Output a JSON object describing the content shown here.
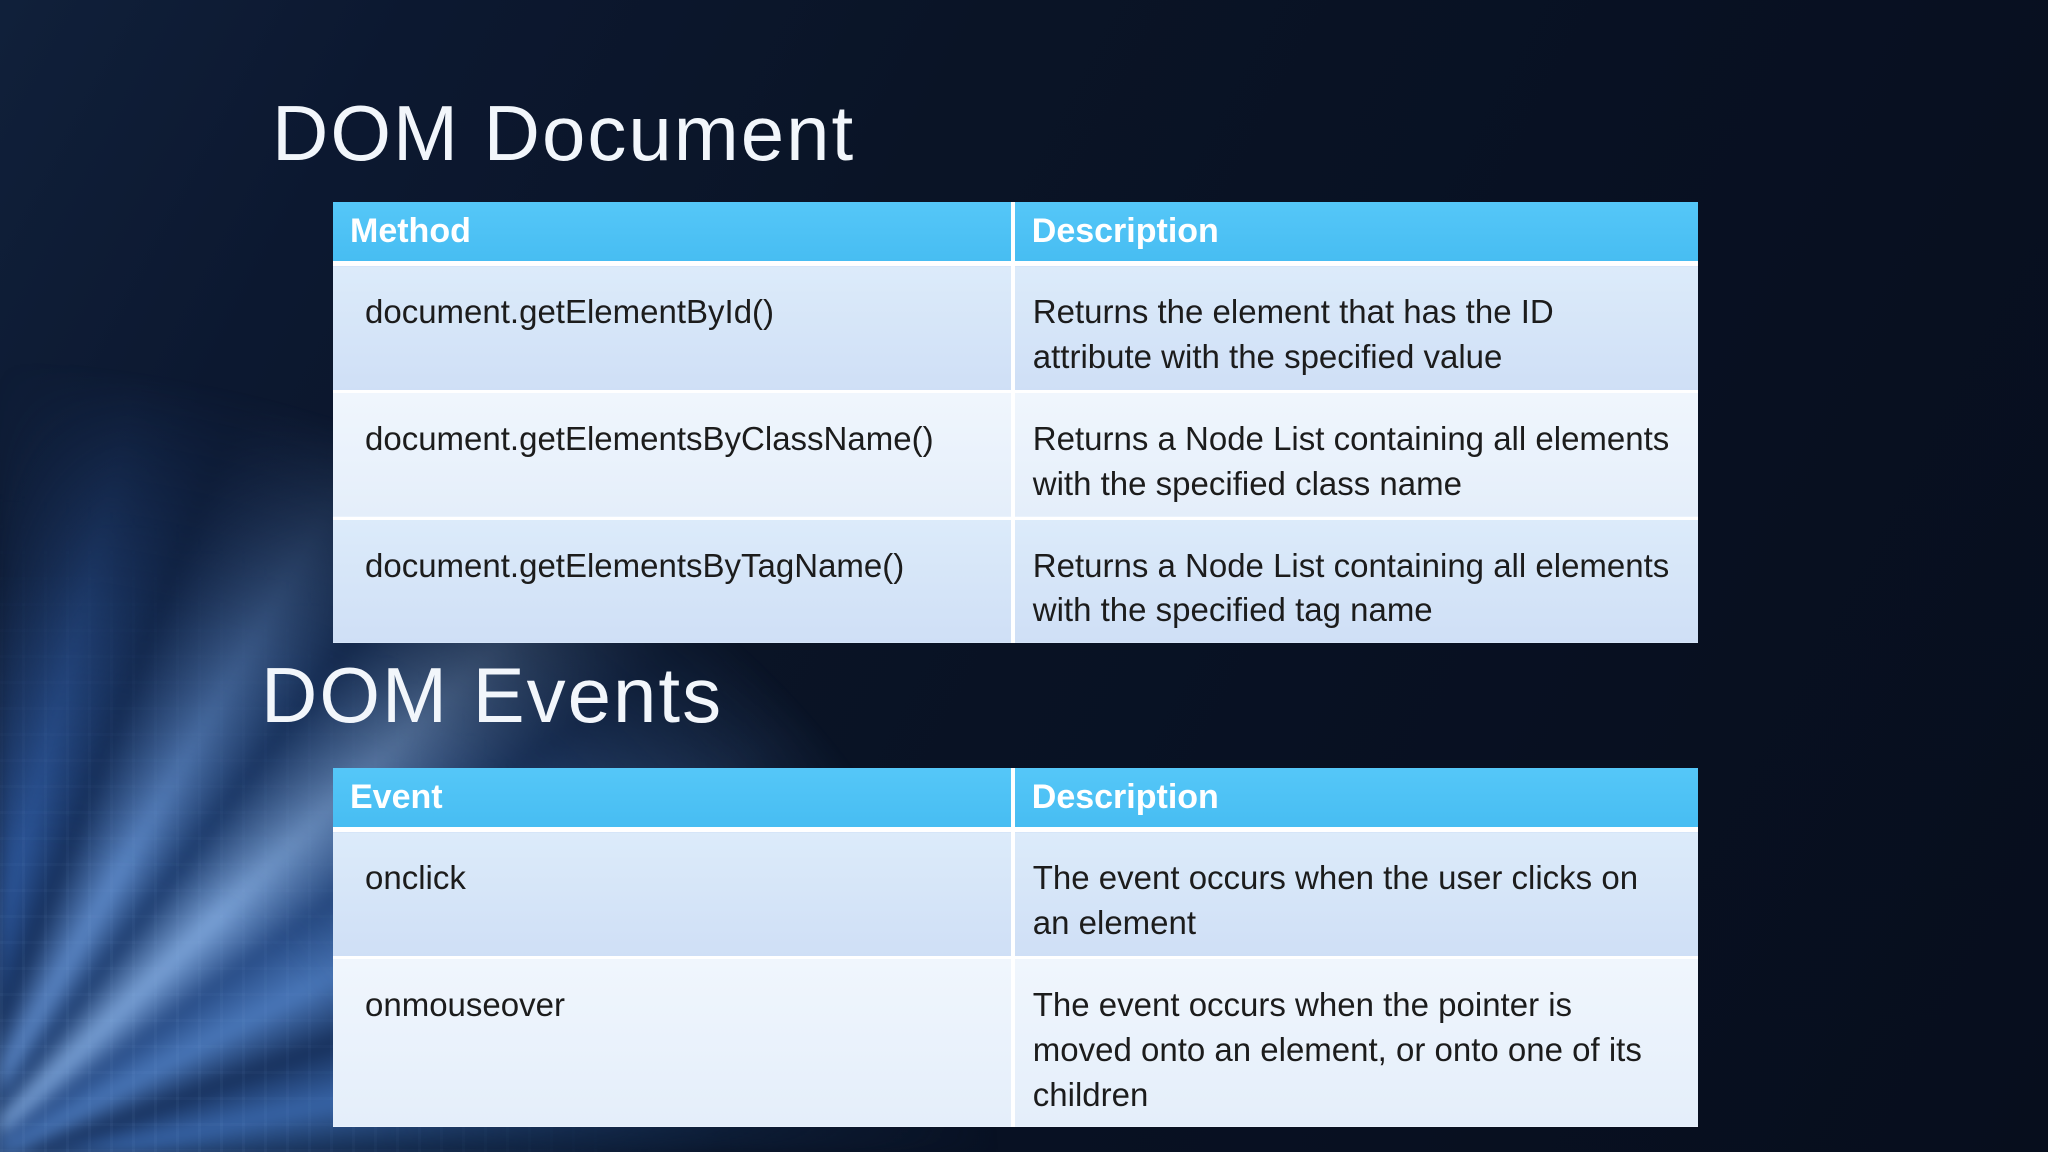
{
  "slide": {
    "sections": [
      {
        "title": "DOM Document",
        "table": {
          "headers": [
            "Method",
            "Description"
          ],
          "rows": [
            [
              "document.getElementById()",
              "Returns the element that has the ID attribute with the specified value"
            ],
            [
              "document.getElementsByClassName()",
              "Returns a Node List containing all elements with the specified class name"
            ],
            [
              "document.getElementsByTagName()",
              "Returns a Node List containing all elements with the specified tag name"
            ]
          ]
        }
      },
      {
        "title": "DOM Events",
        "table": {
          "headers": [
            "Event",
            "Description"
          ],
          "rows": [
            [
              "onclick",
              "The event occurs when the user clicks on an element"
            ],
            [
              "onmouseover",
              "The event occurs when the pointer is moved onto an element, or onto one of its children"
            ]
          ]
        }
      }
    ],
    "colors": {
      "background": "#0a1424",
      "header_blue": "#4ec3f6",
      "row_dark": "#d5e3f8",
      "row_light": "#eaf2fc",
      "title_text": "#f2f6fb",
      "cell_text": "#1c1c1c",
      "ray_blue": "#5b87c6"
    }
  }
}
